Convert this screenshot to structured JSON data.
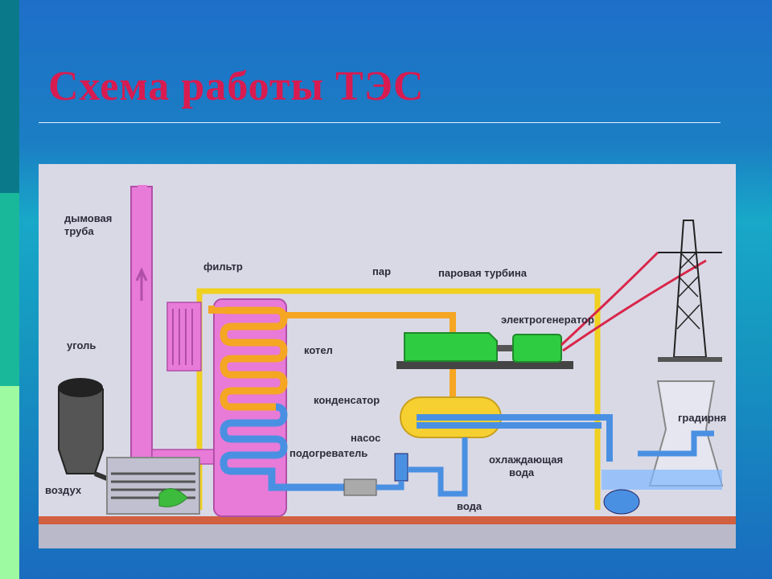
{
  "slide": {
    "title": "Схема работы ТЭС"
  },
  "diagram": {
    "labels": {
      "chimney": "дымовая\nтруба",
      "filter": "фильтр",
      "steam": "пар",
      "steam_turbine": "паровая турбина",
      "generator": "электрогенератор",
      "coal": "уголь",
      "boiler": "котел",
      "condenser": "конденсатор",
      "pump": "насос",
      "heater": "подогреватель",
      "cooling_water": "охлаждающая\nвода",
      "cooling_tower": "градирня",
      "air": "воздух",
      "water": "вода"
    },
    "colors": {
      "pipe_steam": "#f5a623",
      "pipe_water": "#4a90e2",
      "boiler": "#e87ad8",
      "turbine": "#2ecc40",
      "frame": "#f0d020"
    }
  }
}
